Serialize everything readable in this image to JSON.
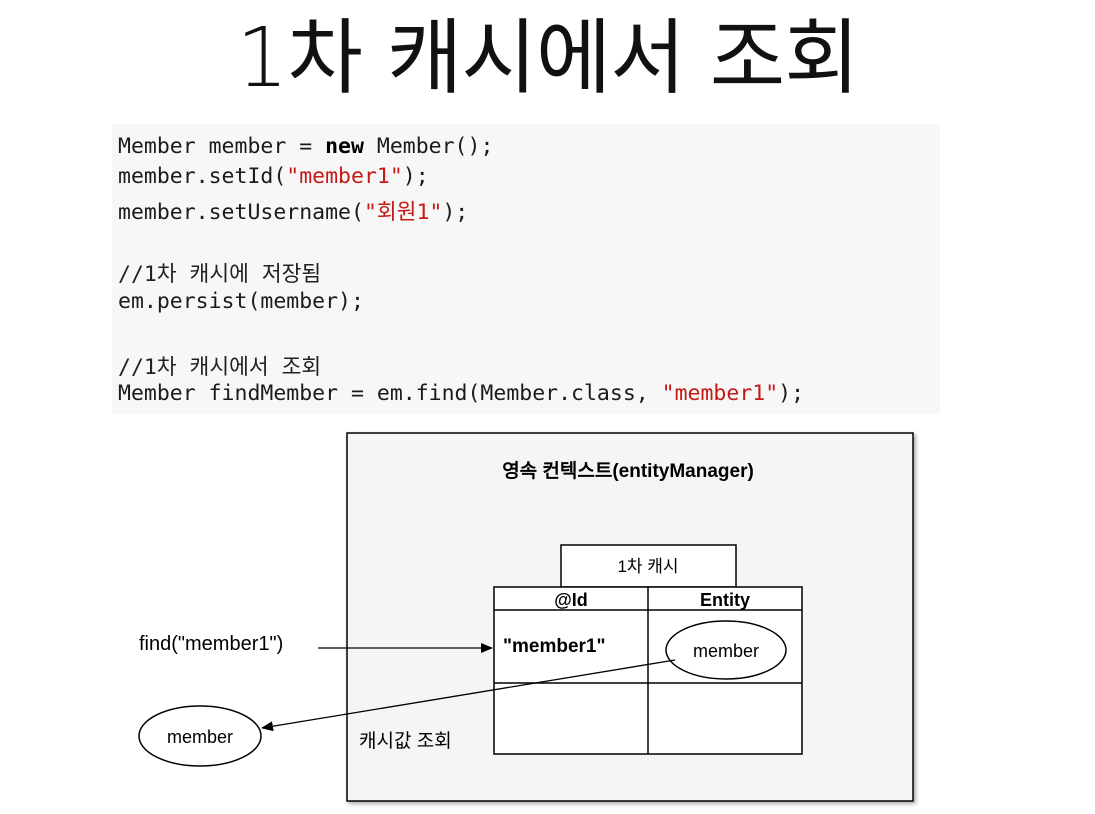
{
  "title": "1차 캐시에서 조회",
  "code": {
    "line1": {
      "a": "Member member = ",
      "kw": "new",
      "b": " Member();"
    },
    "line2": {
      "a": "member.setId(",
      "s": "\"member1\"",
      "b": ");"
    },
    "line3": {
      "a": "member.setUsername(",
      "s": "\"회원1\"",
      "b": ");"
    },
    "comment1": "//1차 캐시에 저장됨",
    "line4": "em.persist(member);",
    "comment2": "//1차 캐시에서 조회",
    "line5": {
      "a": "Member findMember = em.find(Member.class, ",
      "s": "\"member1\"",
      "b": ");"
    }
  },
  "diagram": {
    "context_label": "영속 컨텍스트(entityManager)",
    "cache_label": "1차 캐시",
    "col_id": "@Id",
    "col_entity": "Entity",
    "cell_id": "\"member1\"",
    "cell_entity": "member",
    "find_call": "find(\"member1\")",
    "result": "member",
    "cache_lookup": "캐시값 조회"
  }
}
